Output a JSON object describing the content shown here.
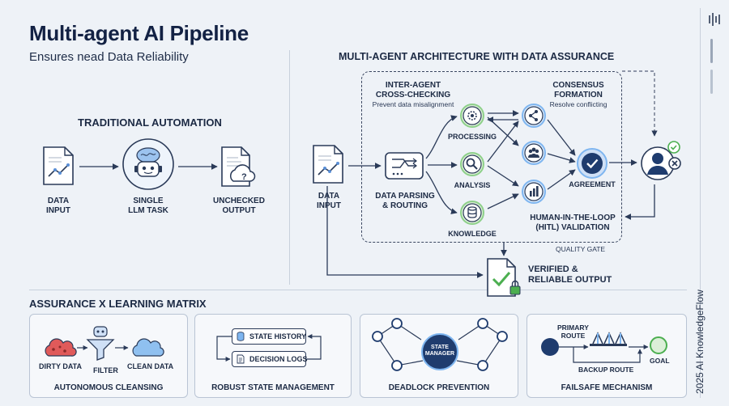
{
  "title": "Multi-agent AI Pipeline",
  "subtitle": "Ensures nead Data Reliability",
  "traditional": {
    "heading": "TRADITIONAL AUTOMATION",
    "data_input": "DATA\nINPUT",
    "single_task": "SINGLE\nLLM TASK",
    "unchecked_output": "UNCHECKED\nOUTPUT"
  },
  "architecture": {
    "heading": "MULTI-AGENT ARCHITECTURE with DATA ASSURANCE",
    "data_input": "DATA\nINPUT",
    "parsing": "DATA PARSING\n& ROUTING",
    "cross_check_title": "INTER-AGENT\nCROSS-CHECKING",
    "cross_check_desc": "Prevent data misalignment",
    "consensus_title": "CONSENSUS\nFORMATION",
    "consensus_desc": "Resolve conflicting",
    "processing": "PROCESSING",
    "analysis": "ANALYSIS",
    "knowledge": "KNOWLEDGE",
    "agreement": "AGREEMENT",
    "hitl": "HUMAN-IN-THE-LOOP\n(HITL) VALIDATION",
    "quality_gate": "QUALITY GATE",
    "verified_output": "VERIFIED &\nRELIABLE OUTPUT"
  },
  "matrix": {
    "heading": "ASSURANCE x LEARNING MATRIX",
    "cleansing": {
      "dirty": "DIRTY DATA",
      "filter": "FILTER",
      "clean": "CLEAN DATA",
      "caption": "AUTONOMOUS CLEANSING"
    },
    "state": {
      "history": "STATE HISTORY",
      "logs": "DECISION LOGS",
      "caption": "ROBUST STATE MANAGEMENT"
    },
    "deadlock": {
      "manager": "STATE\nMANAGER",
      "caption": "DEADLOCK PREVENTION"
    },
    "failsafe": {
      "primary": "PRIMARY\nROUTE",
      "backup": "BACKUP ROUTE",
      "goal": "GOAL",
      "caption": "FAILSAFE MECHANISM"
    }
  },
  "watermark": "2025 AI KnowledgeFlow",
  "colors": {
    "navy": "#1f3c6e",
    "green": "#4caf50",
    "blue_glow": "#7fb6f0",
    "green_glow": "#8ed08a",
    "red": "#e05a5a"
  },
  "icons": [
    "document-chart-icon",
    "robot-icon",
    "document-question-icon",
    "router-icon",
    "gear-icon",
    "search-icon",
    "database-icon",
    "network-icon",
    "people-icon",
    "bar-chart-icon",
    "checkmark-icon",
    "human-validator-icon",
    "verified-document-icon",
    "cloud-icon",
    "filter-robot-icon",
    "bridge-icon"
  ]
}
